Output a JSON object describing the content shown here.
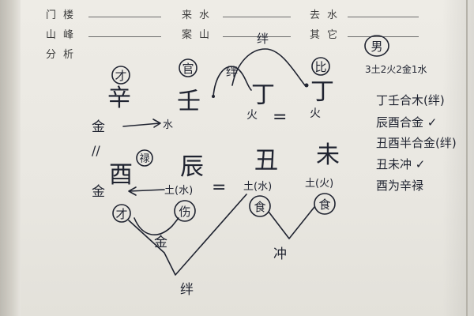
{
  "header": {
    "row1": {
      "col1_label": "门楼",
      "col2_label": "来水",
      "col3_label": "去水"
    },
    "row2": {
      "col1_label": "山峰",
      "col2_label": "案山",
      "col3_label": "其它"
    },
    "row3": {
      "col1_label": "分析"
    }
  },
  "chart": {
    "heavenly_stems": {
      "cai": {
        "tenGod": "才",
        "char": "辛",
        "element": "金"
      },
      "guan": {
        "tenGod": "官",
        "char": "壬"
      },
      "ding1": {
        "char": "丁",
        "element": "火"
      },
      "ding2": {
        "tenGod": "比",
        "char": "丁",
        "element": "火"
      }
    },
    "arrow_target": "水",
    "ban_top": "绊",
    "ban_left": "绊",
    "equals": "=",
    "parallel": "//",
    "earthly_branches": {
      "you": {
        "char": "酉",
        "badge": "禄",
        "element": "金",
        "tenGod": "才"
      },
      "chen": {
        "char": "辰",
        "element": "土(水)",
        "tenGod": "伤"
      },
      "chou": {
        "char": "丑",
        "element": "土(水)",
        "tenGod": "食"
      },
      "wei": {
        "char": "未",
        "element": "土(火)",
        "tenGod": "食"
      }
    },
    "branch_equals": "=",
    "gold_label": "金",
    "ban_bottom": "绊",
    "chong": "冲"
  },
  "sidebar": {
    "gender": "男",
    "elements_count": "3土2火2金1水",
    "notes": [
      "丁壬合木(绊)",
      "辰酉合金 ✓",
      "丑酉半合金(绊)",
      "丑未冲 ✓",
      "酉为辛禄"
    ]
  }
}
